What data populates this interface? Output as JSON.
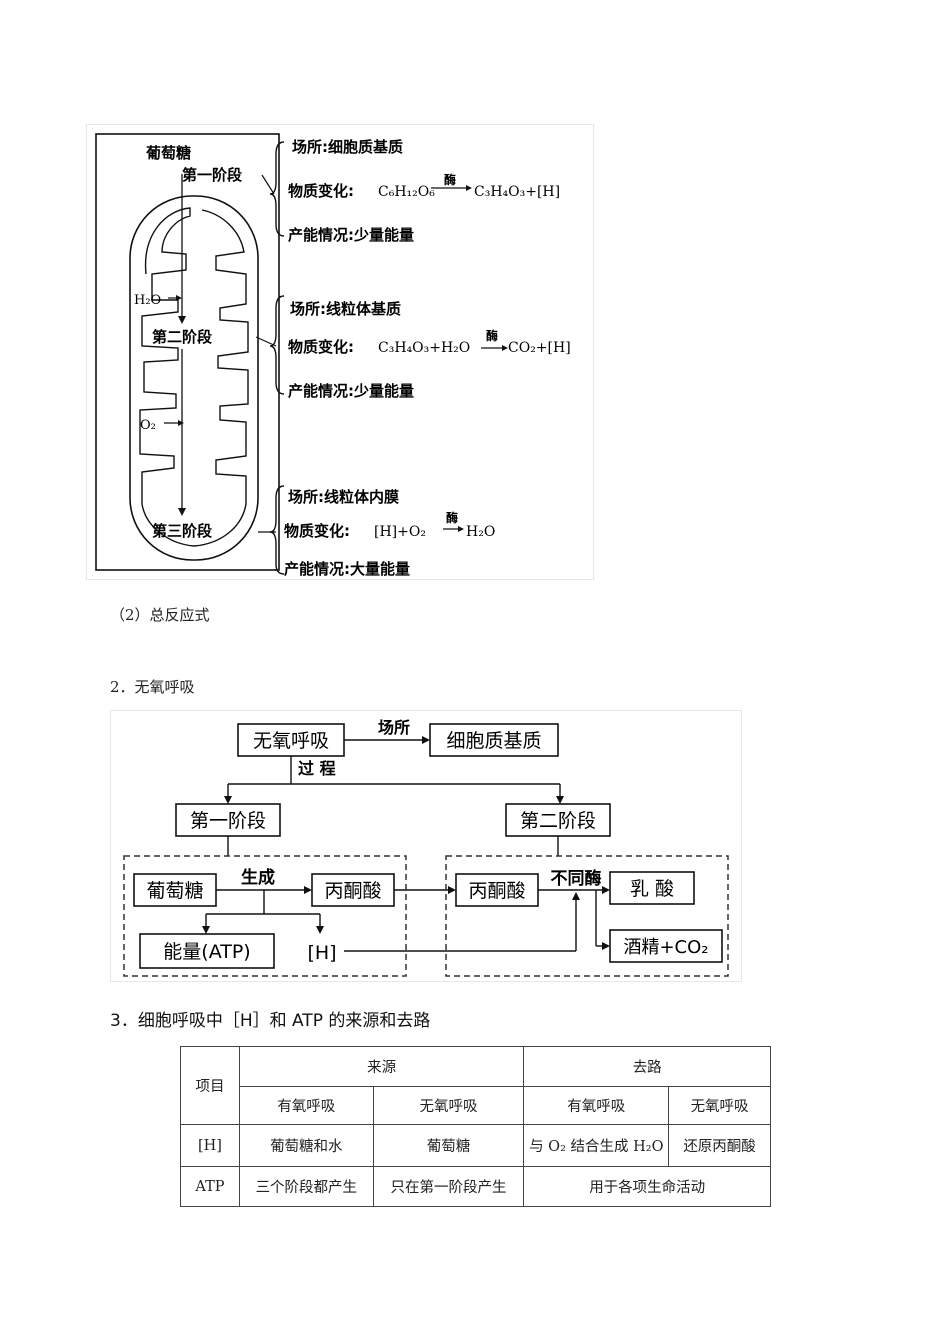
{
  "aerobic_diagram": {
    "glucose_label": "葡萄糖",
    "water_label": "H₂O",
    "oxygen_label": "O₂",
    "stages": [
      {
        "name": "第一阶段",
        "location": "场所:细胞质基质",
        "change_prefix": "物质变化:",
        "change_left": "C₆H₁₂O₆",
        "change_enzyme": "酶",
        "change_right": "C₃H₄O₃+[H]",
        "energy": "产能情况:少量能量"
      },
      {
        "name": "第二阶段",
        "location": "场所:线粒体基质",
        "change_prefix": "物质变化:",
        "change_left": "C₃H₄O₃+H₂O",
        "change_enzyme": "酶",
        "change_right": "CO₂+[H]",
        "energy": "产能情况:少量能量"
      },
      {
        "name": "第三阶段",
        "location": "场所:线粒体内膜",
        "change_prefix": "物质变化:",
        "change_left": "[H]+O₂",
        "change_enzyme": "酶",
        "change_right": "H₂O",
        "energy": "产能情况:大量能量"
      }
    ]
  },
  "captions": {
    "total_reaction": "（2）总反应式",
    "anaerobic_heading": "2．无氧呼吸",
    "section3_heading": "3．细胞呼吸中［H］和 ATP 的来源和去路"
  },
  "anaerobic_diagram": {
    "root": "无氧呼吸",
    "location_label": "场所",
    "location": "细胞质基质",
    "process_label": "过 程",
    "stage1": "第一阶段",
    "stage2": "第二阶段",
    "glucose": "葡萄糖",
    "produce_label": "生成",
    "pyruvate_1": "丙酮酸",
    "pyruvate_2": "丙酮酸",
    "energy": "能量(ATP)",
    "h": "[H]",
    "enzymes_label": "不同酶",
    "lactic": "乳 酸",
    "alcohol": "酒精+CO₂"
  },
  "table": {
    "item_header": "项目",
    "source_header": "来源",
    "destination_header": "去路",
    "sub_headers": [
      "有氧呼吸",
      "无氧呼吸",
      "有氧呼吸",
      "无氧呼吸"
    ],
    "rows": [
      {
        "item": "[H]",
        "src_aerobic": "葡萄糖和水",
        "src_anaerobic": "葡萄糖",
        "dst_aerobic": "与 O₂ 结合生成 H₂O",
        "dst_anaerobic": "还原丙酮酸"
      },
      {
        "item": "ATP",
        "src_aerobic": "三个阶段都产生",
        "src_anaerobic": "只在第一阶段产生",
        "dst_merged": "用于各项生命活动"
      }
    ]
  }
}
